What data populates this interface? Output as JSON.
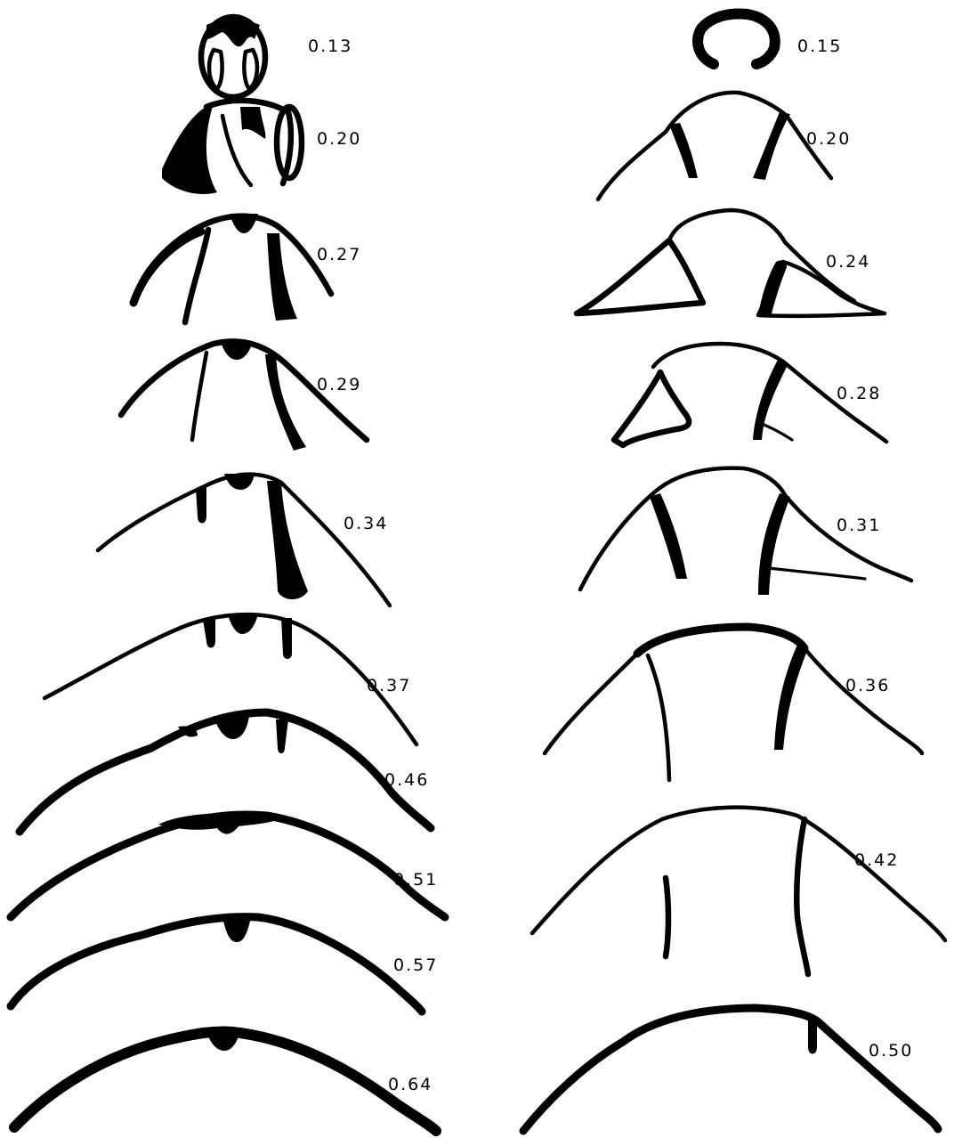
{
  "figure": {
    "left_column": [
      "0.13",
      "0.20",
      "0.27",
      "0.29",
      "0.34",
      "0.37",
      "0.46",
      "0.51",
      "0.57",
      "0.64"
    ],
    "right_column": [
      "0.15",
      "0.20",
      "0.24",
      "0.28",
      "0.31",
      "0.36",
      "0.42",
      "0.50"
    ]
  }
}
